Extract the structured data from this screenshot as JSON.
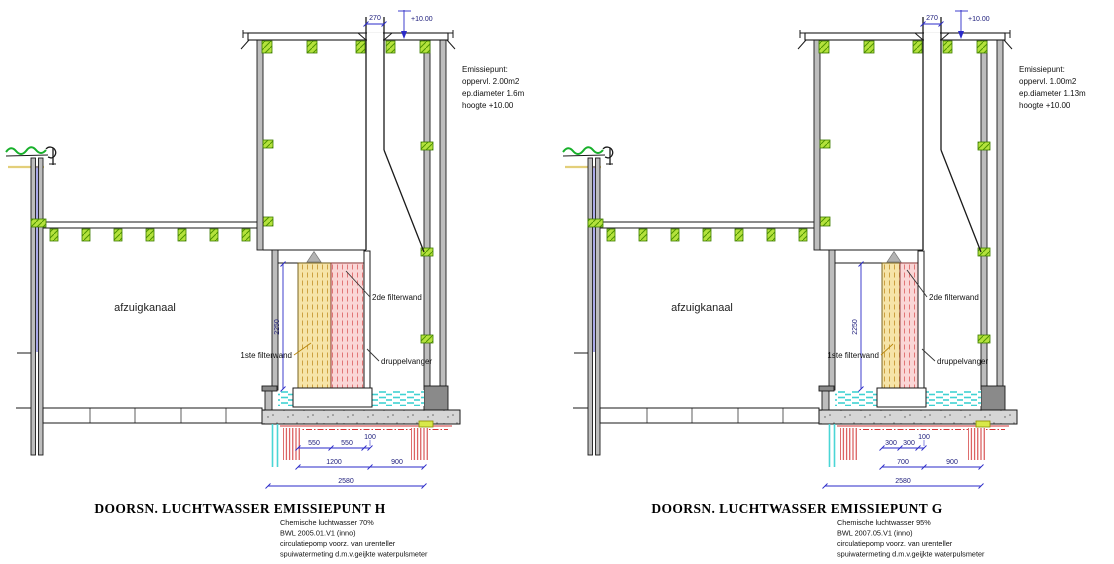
{
  "page": {
    "background": "#ffffff",
    "kind": "technical section drawing, air scrubber emission points"
  },
  "drawings": [
    {
      "title": "DOORSN. LUCHTWASSER EMISSIEPUNT H",
      "emission_point": {
        "heading": "Emissiepunt:",
        "area": "oppervl. 2.00m2",
        "diameter": "ep.diameter 1.6m",
        "height": "hoogte +10.00"
      },
      "specs": {
        "line1": "Chemische luchtwasser 70%",
        "line2": "BWL 2005.01.V1 (inno)",
        "line3": "circulatiepomp voorz. van urenteller",
        "line4": "spuiwatermeting d.m.v.geijkte waterpulsmeter"
      },
      "labels": {
        "duct": "afzuigkanaal",
        "filter1": "1ste filterwand",
        "filter2": "2de filterwand",
        "droplet": "druppelvanger"
      },
      "dims": {
        "chimney_width": "270",
        "top_level": "+10.00",
        "filter_height": "2250",
        "seg1": "550",
        "seg2": "550",
        "seg3": "100",
        "sub1": "1200",
        "sub2": "900",
        "total": "2580"
      }
    },
    {
      "title": "DOORSN. LUCHTWASSER EMISSIEPUNT G",
      "emission_point": {
        "heading": "Emissiepunt:",
        "area": "oppervl. 1.00m2",
        "diameter": "ep.diameter 1.13m",
        "height": "hoogte +10.00"
      },
      "specs": {
        "line1": "Chemische luchtwasser 95%",
        "line2": "BWL 2007.05.V1 (inno)",
        "line3": "circulatiepomp voorz. van urenteller",
        "line4": "spuiwatermeting d.m.v.geijkte waterpulsmeter"
      },
      "labels": {
        "duct": "afzuigkanaal",
        "filter1": "1ste filterwand",
        "filter2": "2de filterwand",
        "droplet": "druppelvanger"
      },
      "dims": {
        "chimney_width": "270",
        "top_level": "+10.00",
        "filter_height": "2250",
        "seg1": "300",
        "seg2": "300",
        "seg3": "100",
        "sub1": "700",
        "sub2": "900",
        "total": "2580"
      }
    }
  ],
  "colors": {
    "dimension_blue": "#2a2ac8",
    "filter1_yellow": "#f6e4a8",
    "filter2_pink": "#fad6d6",
    "water_cyan": "#3fd2d2",
    "insulation_green": "#b4e23c",
    "pit_red": "#d23434",
    "wall_gray": "#bdbdbd",
    "concrete_gray": "#d6d6d6"
  }
}
